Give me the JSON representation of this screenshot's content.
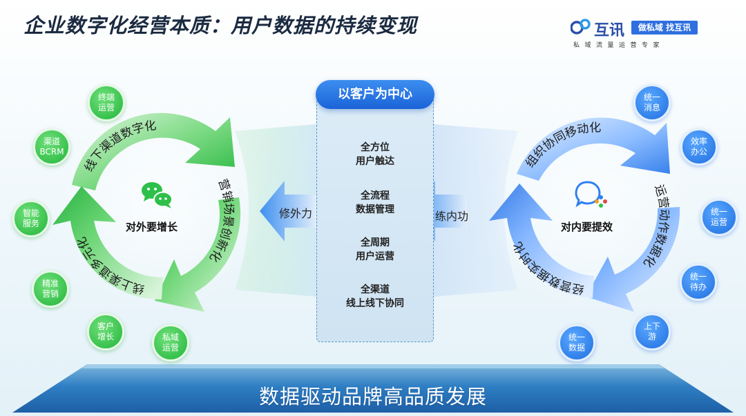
{
  "title": "企业数字化经营本质：用户数据的持续变现",
  "brand": {
    "name": "互讯",
    "slogan": "做私域 找互讯",
    "tagline": "私域流量运营专家",
    "colors": {
      "primary": "#2f6fe0"
    }
  },
  "center_panel": {
    "header": "以客户为中心",
    "items": [
      {
        "line1": "全方位",
        "line2": "用户触达"
      },
      {
        "line1": "全流程",
        "line2": "数据管理"
      },
      {
        "line1": "全周期",
        "line2": "用户运营"
      },
      {
        "line1": "全渠道",
        "line2": "线上线下协同"
      }
    ]
  },
  "left_cycle": {
    "center_label": "对外要增长",
    "center_icon": "wechat-icon",
    "arcs": [
      "线下渠道数字化",
      "营销场景创新化",
      "线上渠道多元化"
    ],
    "arrow_label": "修外力",
    "color": "#2ec04a",
    "nodes": [
      {
        "line1": "终端",
        "line2": "运营"
      },
      {
        "line1": "渠道",
        "line2": "BCRM"
      },
      {
        "line1": "智能",
        "line2": "服务"
      },
      {
        "line1": "精准",
        "line2": "营销"
      },
      {
        "line1": "客户",
        "line2": "增长"
      },
      {
        "line1": "私域",
        "line2": "运营"
      }
    ]
  },
  "right_cycle": {
    "center_label": "对内要提效",
    "center_icon": "chat-bubble-icon",
    "arcs": [
      "组织协同移动化",
      "运营动作数据化",
      "经营数据实时化"
    ],
    "arrow_label": "练内功",
    "color": "#2f7ff0",
    "nodes": [
      {
        "line1": "统一",
        "line2": "消息"
      },
      {
        "line1": "效率",
        "line2": "办公"
      },
      {
        "line1": "统一",
        "line2": "运营"
      },
      {
        "line1": "统一",
        "line2": "待办"
      },
      {
        "line1": "上下",
        "line2": "游"
      },
      {
        "line1": "统一",
        "line2": "数据"
      }
    ]
  },
  "bottom_banner": "数据驱动品牌高品质发展"
}
